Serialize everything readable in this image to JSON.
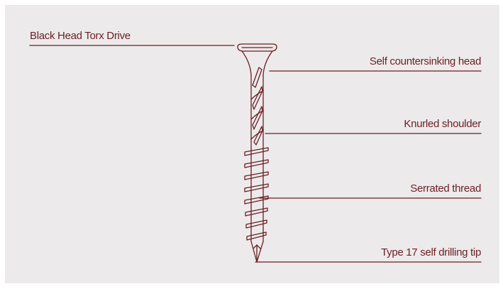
{
  "labels": {
    "head_drive": "Black Head Torx Drive",
    "countersinking_head": "Self countersinking head",
    "knurled_shoulder": "Knurled shoulder",
    "serrated_thread": "Serrated thread",
    "drilling_tip": "Type 17 self drilling tip"
  },
  "colors": {
    "accent": "#6a1f24",
    "background": "#edeaeb",
    "page": "#ffffff"
  }
}
